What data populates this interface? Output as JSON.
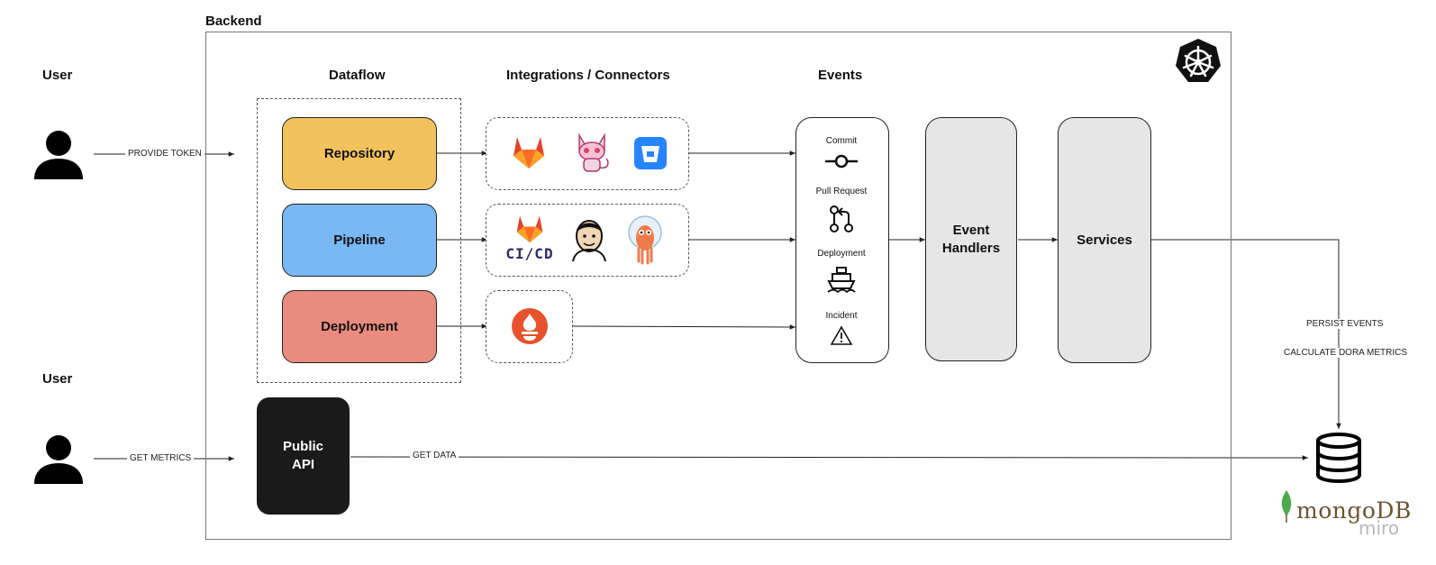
{
  "backend": {
    "title": "Backend"
  },
  "users": [
    {
      "label": "User",
      "action": "PROVIDE TOKEN"
    },
    {
      "label": "User",
      "action": "GET METRICS"
    }
  ],
  "columns": {
    "dataflow": "Dataflow",
    "integrations": "Integrations / Connectors",
    "events": "Events"
  },
  "dataflow": [
    {
      "label": "Repository",
      "color": "#f2c25c"
    },
    {
      "label": "Pipeline",
      "color": "#79b8f2"
    },
    {
      "label": "Deployment",
      "color": "#ea8b7f"
    }
  ],
  "integrations": {
    "repository": [
      "gitlab-icon",
      "gitea-icon",
      "bitbucket-icon"
    ],
    "pipeline": [
      "gitlab-cicd-icon",
      "jenkins-icon",
      "argo-icon"
    ],
    "deployment": [
      "prometheus-icon"
    ],
    "cicd_text": "CI/CD"
  },
  "events": [
    {
      "label": "Commit",
      "icon": "commit-icon"
    },
    {
      "label": "Pull Request",
      "icon": "pull-request-icon"
    },
    {
      "label": "Deployment",
      "icon": "ship-icon"
    },
    {
      "label": "Incident",
      "icon": "warning-icon"
    }
  ],
  "event_handlers": {
    "label": "Event Handlers"
  },
  "services": {
    "label": "Services"
  },
  "public_api": {
    "label": "Public API"
  },
  "flows": {
    "persist": "PERSIST EVENTS",
    "calculate": "CALCULATE DORA METRICS",
    "get_data": "GET DATA"
  },
  "database": {
    "logo_text": "mongoDB"
  },
  "watermark": "miro",
  "colors": {
    "repository": "#f2c25c",
    "pipeline": "#79b8f2",
    "deployment": "#ea8b7f",
    "neutral_box": "#e6e6e6",
    "public_api": "#1a1a1a",
    "mongo_green": "#4fa94d",
    "mongo_brown": "#6f5431"
  }
}
